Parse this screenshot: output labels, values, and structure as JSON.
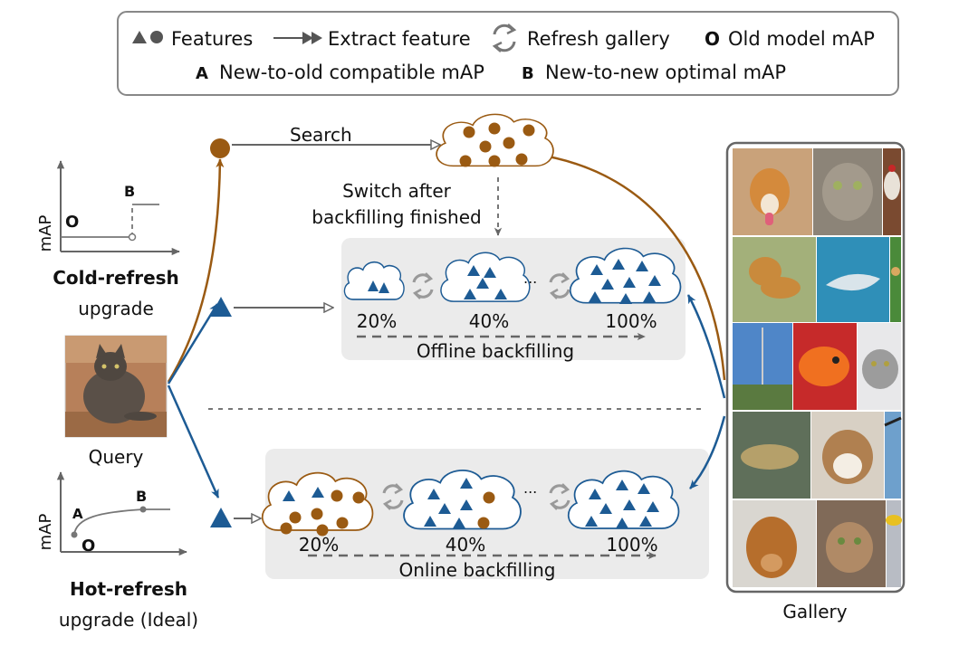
{
  "legend": {
    "features": "Features",
    "extract": "Extract feature",
    "refresh": "Refresh gallery",
    "old_map": "Old model mAP",
    "marker_o": "O",
    "marker_a": "A",
    "marker_b": "B",
    "compatible_map": "New-to-old compatible mAP",
    "optimal_map": "New-to-new optimal mAP"
  },
  "cold_refresh": {
    "axis": "mAP",
    "point_o": "O",
    "point_b": "B",
    "title": "Cold-refresh",
    "subtitle": "upgrade"
  },
  "hot_refresh": {
    "axis": "mAP",
    "point_a": "A",
    "point_b": "B",
    "point_o": "O",
    "title": "Hot-refresh",
    "subtitle": "upgrade (Ideal)"
  },
  "query_label": "Query",
  "search_label": "Search",
  "switch_label_1": "Switch after",
  "switch_label_2": "backfilling finished",
  "offline": {
    "percents": [
      "20%",
      "40%",
      "100%"
    ],
    "dots": "...",
    "label": "Offline backfilling"
  },
  "online": {
    "percents": [
      "20%",
      "40%",
      "100%"
    ],
    "dots": "...",
    "label": "Online backfilling"
  },
  "gallery_label": "Gallery",
  "colors": {
    "brown": "#9a5a12",
    "blue": "#1d5b94",
    "gray_arrow": "#666666",
    "panel": "#ebebeb"
  }
}
